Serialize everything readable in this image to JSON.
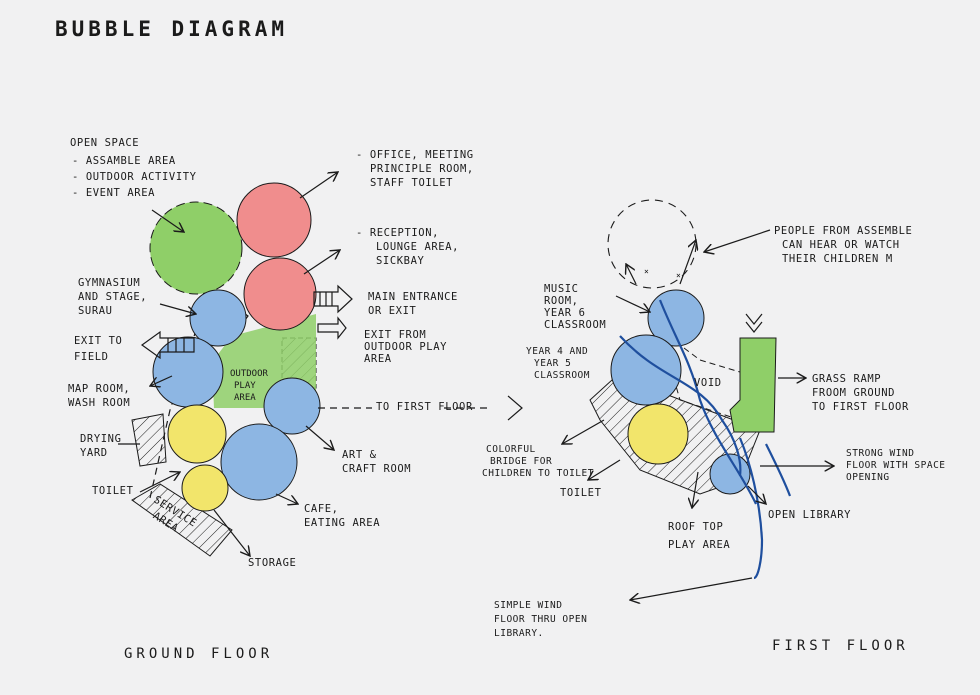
{
  "title": "BUBBLE DIAGRAM",
  "colors": {
    "paper": "#efeff0",
    "ink": "#1b1b1b",
    "green": "#8fcf68",
    "red": "#f08d8d",
    "blue": "#8db6e3",
    "yellow": "#f2e56b",
    "blue_line": "#1f4f9e"
  },
  "ground_floor": {
    "caption": "GROUND FLOOR",
    "labels": {
      "open_space": [
        "OPEN SPACE",
        "- ASSAMBLE AREA",
        "- OUTDOOR ACTIVITY",
        "- EVENT AREA"
      ],
      "office": [
        "- OFFICE, MEETING",
        "PRINCIPLE ROOM,",
        "STAFF TOILET"
      ],
      "reception": [
        "- RECEPTION,",
        "LOUNGE AREA,",
        "SICKBAY"
      ],
      "gymnasium": [
        "GYMNASIUM",
        "AND STAGE,",
        "SURAU"
      ],
      "main_entrance": [
        "MAIN ENTRANCE",
        "OR EXIT"
      ],
      "exit_outdoor": [
        "EXIT FROM",
        "OUTDOOR PLAY",
        "AREA"
      ],
      "exit_field": [
        "EXIT TO",
        "FIELD"
      ],
      "outdoor_play": [
        "OUTDOOR",
        "PLAY",
        "AREA"
      ],
      "map_room": [
        "MAP ROOM,",
        "WASH ROOM"
      ],
      "to_first_floor": "TO FIRST FLOOR",
      "drying_yard": [
        "DRYING",
        "YARD"
      ],
      "art_craft": [
        "ART &",
        "CRAFT ROOM"
      ],
      "toilet": "TOILET",
      "service_area": [
        "SERVICE",
        "AREA"
      ],
      "cafe": [
        "CAFE,",
        "EATING AREA"
      ],
      "storage": "STORAGE"
    }
  },
  "first_floor": {
    "caption": "FIRST FLOOR",
    "labels": {
      "people_assemble": [
        "PEOPLE FROM ASSEMBLE",
        "CAN HEAR OR WATCH",
        "THEIR CHILDREN M"
      ],
      "music_room": [
        "MUSIC",
        "ROOM,",
        "YEAR 6",
        "CLASSROOM"
      ],
      "year45": [
        "YEAR 4 AND",
        "YEAR 5",
        "CLASSROOM"
      ],
      "void": "VOID",
      "grass_ramp": [
        "GRASS RAMP",
        "FROOM GROUND",
        "TO FIRST FLOOR"
      ],
      "bridge": [
        "COLORFUL",
        "BRIDGE FOR",
        "CHILDREN TO TOILET"
      ],
      "toilet": "TOILET",
      "strong_wind": [
        "STRONG WIND",
        "FLOOR WITH SPACE",
        "OPENING"
      ],
      "roof_top": [
        "ROOF TOP",
        "PLAY AREA"
      ],
      "open_library": "OPEN LIBRARY",
      "simple_wind": [
        "SIMPLE WIND",
        "FLOOR THRU OPEN",
        "LIBRARY."
      ]
    }
  }
}
